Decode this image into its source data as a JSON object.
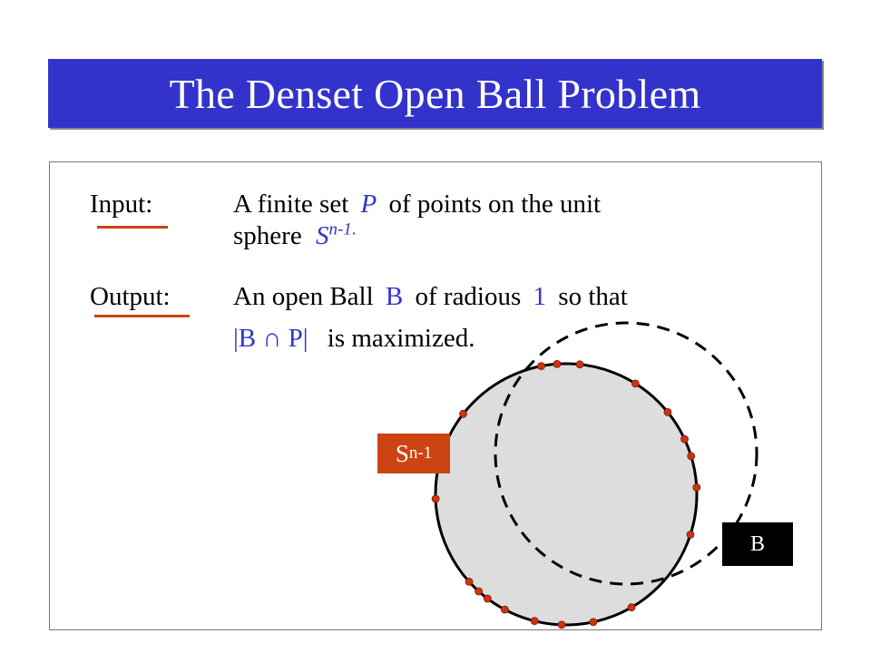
{
  "slide": {
    "title": "The Denset Open Ball Problem",
    "input": {
      "label": "Input:",
      "line1_a": "A finite set",
      "line1_p": "P",
      "line1_b": "of points on the unit",
      "line2_a": "sphere",
      "line2_s": "S",
      "line2_sup": "n-1",
      "line2_end": "."
    },
    "output": {
      "label": "Output:",
      "line1_a": "An open Ball",
      "line1_b": "B",
      "line1_c": "of radious",
      "line1_d": "1",
      "line1_e": "so that",
      "line2_expr": "|B ∩ P|",
      "line2_end": "is maximized."
    },
    "diagram": {
      "sphere_tag_base": "S",
      "sphere_tag_sup": "n-1",
      "ball_tag": "B",
      "colors": {
        "sphere_fill": "#dddddd",
        "point": "#cc3311",
        "tag_sphere": "#cc4411",
        "tag_ball": "#000000"
      }
    }
  }
}
